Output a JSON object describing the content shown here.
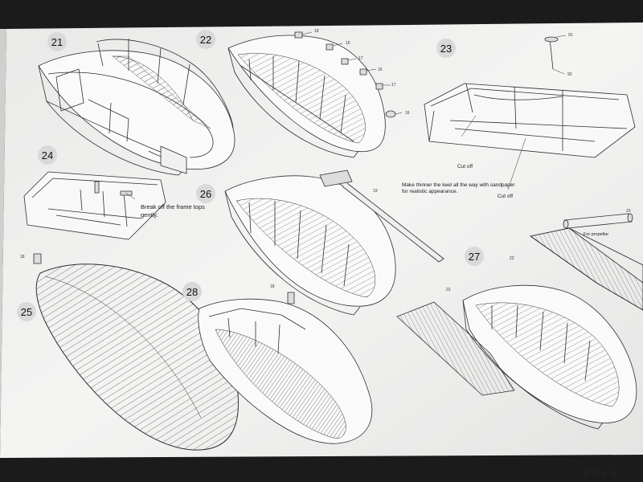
{
  "document": {
    "plan_title": "Plan 4",
    "steps": [
      "21",
      "22",
      "23",
      "24",
      "25",
      "26",
      "27",
      "28"
    ],
    "notes": {
      "break_frames": "Break off the frame tops gently.",
      "keel": "Make thinner the keel all the way with sandpaper for realistic appearance.",
      "cut_off_1": "Cut off",
      "cut_off_2": "Cut off",
      "propellar": "For propellar"
    },
    "part_numbers": [
      "18",
      "16",
      "17",
      "16",
      "17",
      "16",
      "91",
      "92",
      "19",
      "23",
      "18",
      "18",
      "22",
      "22"
    ]
  },
  "colors": {
    "paper": "#f2f2f1",
    "paper_shadow": "#dcdcdb",
    "line": "#2e2e2e",
    "step_circle": "#d9d9d9"
  }
}
